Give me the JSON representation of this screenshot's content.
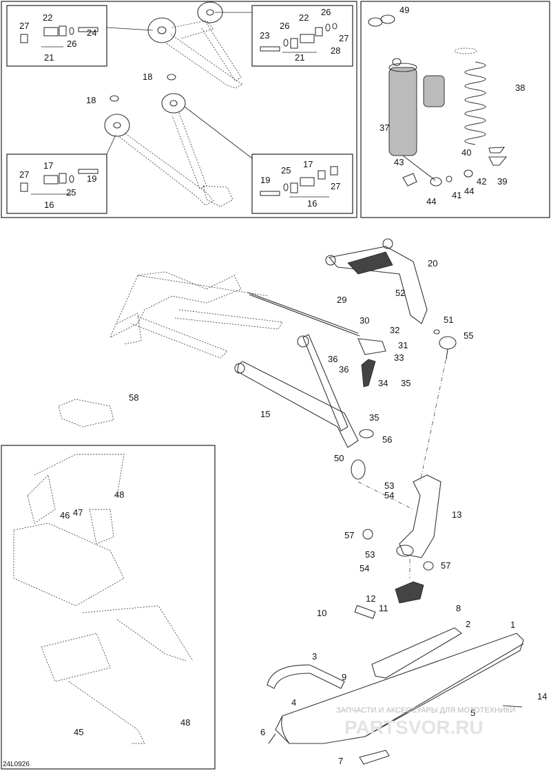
{
  "diagram": {
    "code": "24L0926",
    "watermark_text": "ЗАПЧАСТИ И АКСЕССУАРЫ ДЛЯ МОТОТЕХНИКИ",
    "watermark_logo": "PARTSVOR.RU",
    "callouts": [
      "1",
      "2",
      "3",
      "4",
      "5",
      "6",
      "7",
      "8",
      "9",
      "10",
      "11",
      "12",
      "13",
      "14",
      "15",
      "16",
      "17",
      "18",
      "19",
      "20",
      "21",
      "22",
      "23",
      "24",
      "25",
      "26",
      "27",
      "28",
      "29",
      "30",
      "31",
      "32",
      "33",
      "34",
      "35",
      "36",
      "37",
      "38",
      "39",
      "40",
      "41",
      "42",
      "43",
      "44",
      "45",
      "46",
      "47",
      "48",
      "49",
      "50",
      "51",
      "52",
      "53",
      "54",
      "55",
      "56",
      "57",
      "58"
    ]
  }
}
